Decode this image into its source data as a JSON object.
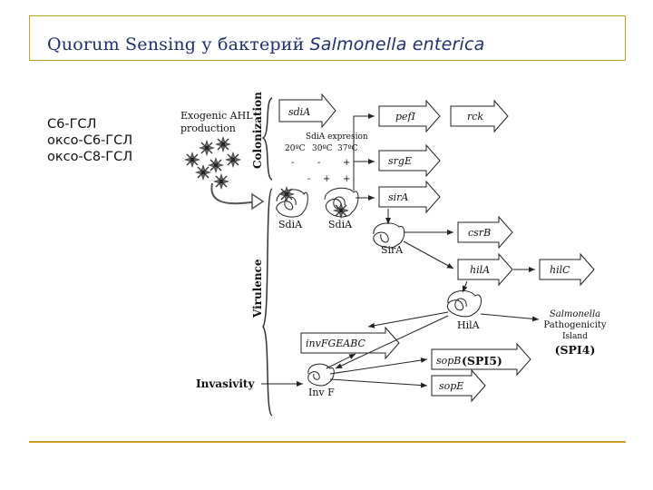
{
  "slide": {
    "title_main": "Quorum Sensing у бактерий",
    "title_species": "Salmonella enterica",
    "signal_labels": [
      "C6-ГСЛ",
      "оксо-C6-ГСЛ",
      "оксо-C8-ГСЛ"
    ]
  },
  "diagram": {
    "exogenic_label_1": "Exogenic AHL",
    "exogenic_label_2": "production",
    "stage_colonization": "Colonization",
    "stage_virulence": "Virulence",
    "stage_invasivity": "Invasivity",
    "genes": {
      "sdiA": "sdiA",
      "pefI": "pefI",
      "rck": "rck",
      "srgE": "srgE",
      "sirA": "sirA",
      "csrB": "csrB",
      "hilA": "hilA",
      "hilC": "hilC",
      "invFGEABC": "invFGEABC",
      "sopB": "sopB",
      "spi5": "(SPI5)",
      "sopE": "sopE"
    },
    "proteins": {
      "sdiA_left": "SdiA",
      "sdiA_right": "SdiA",
      "sirA": "SirA",
      "hilA": "HilA",
      "invF": "Inv F"
    },
    "expression_table": {
      "title": "SdiA expresion",
      "headers": [
        "20ºC",
        "30ºC",
        "37ºC"
      ],
      "row1": [
        "-",
        "-",
        "+"
      ],
      "row2": [
        "-",
        "+",
        "+"
      ]
    },
    "island": {
      "line1": "Salmonella",
      "line2": "Pathogenicity",
      "line3": "Island",
      "code": "(SPI4)"
    }
  }
}
